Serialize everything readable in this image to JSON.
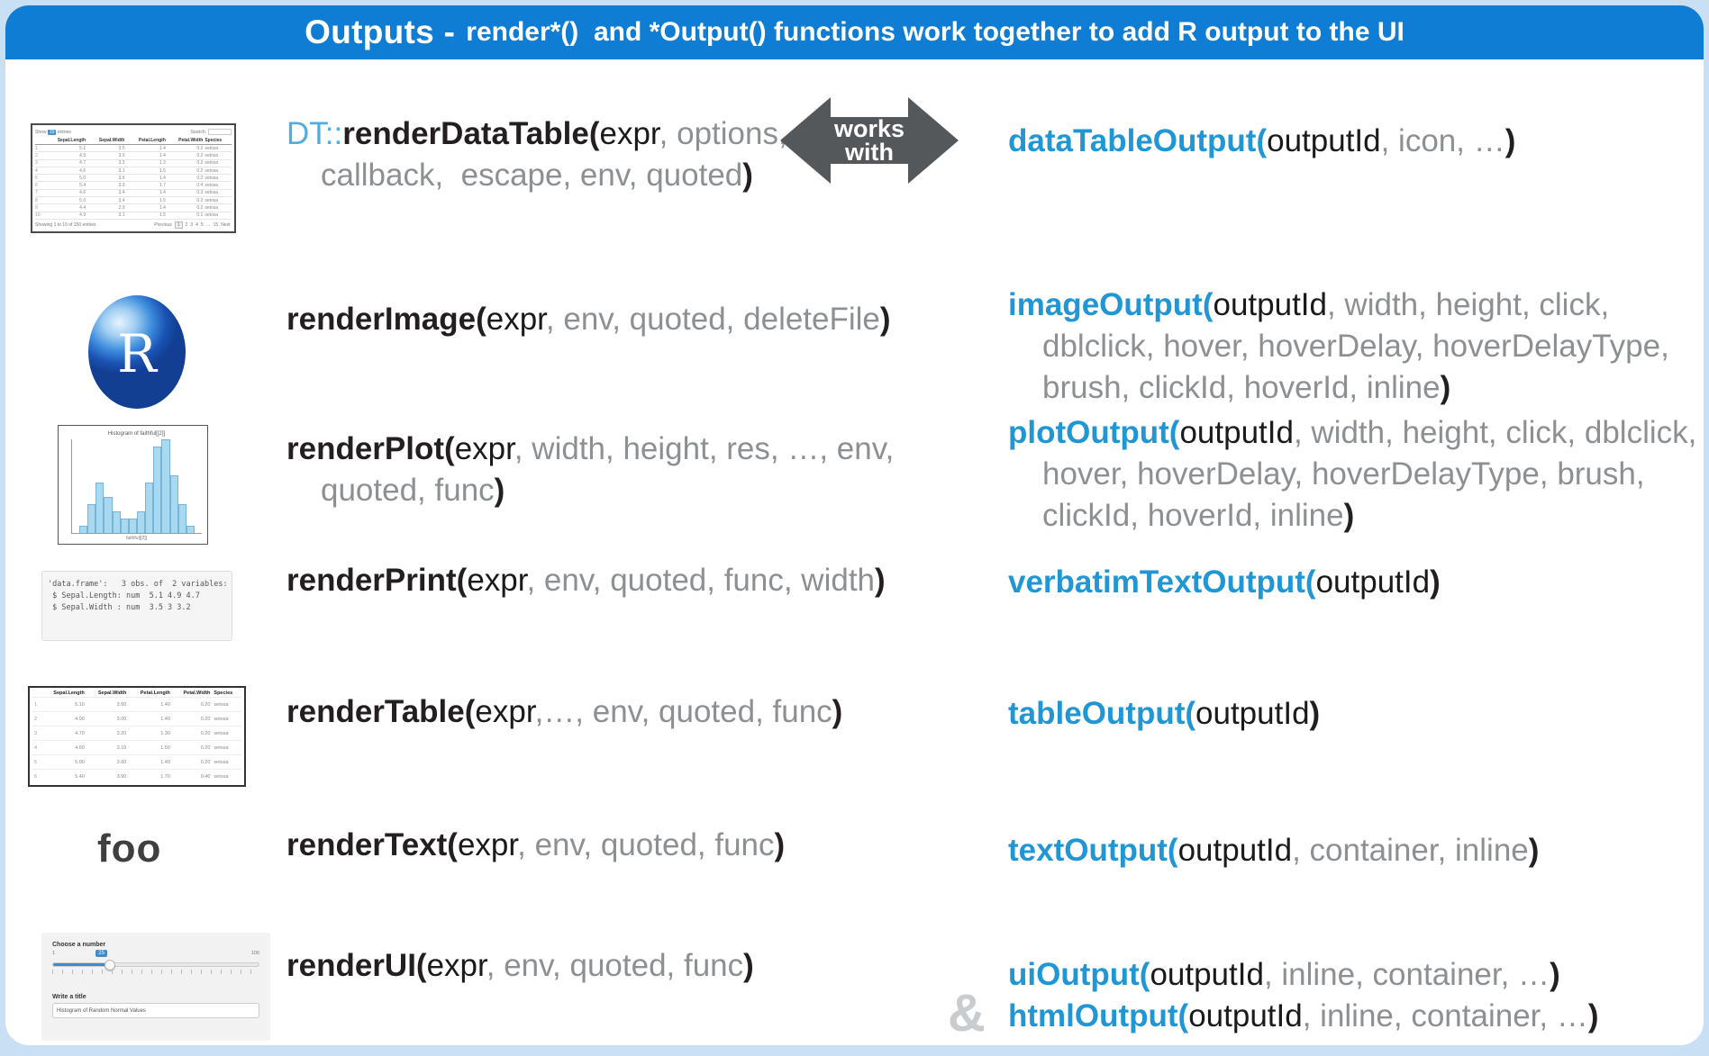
{
  "header": {
    "title_bold": "Outputs -",
    "title_rest": "render*()  and *Output() functions work together to add R output to the UI",
    "bar_color": "#0f7dd3"
  },
  "arrow": {
    "line1": "works",
    "line2": "with",
    "color": "#55585a"
  },
  "ampersand": "&",
  "colors": {
    "function_blue": "#2196d4",
    "namespace_blue": "#53ace0",
    "args_gray": "#8d9093",
    "text_black": "#231f20",
    "page_background": "#c9dff3"
  },
  "rows": [
    {
      "render": {
        "ns": "DT::",
        "fn": "renderDataTable(",
        "arg1": "expr",
        "args": ", options, callback,  escape, env, quoted",
        "close": ")"
      },
      "output": {
        "fn": "dataTableOutput(",
        "arg1": "outputId",
        "args": ", icon, …",
        "close": ")"
      }
    },
    {
      "render": {
        "ns": "",
        "fn": "renderImage(",
        "arg1": "expr",
        "args": ", env, quoted, deleteFile",
        "close": ")"
      },
      "output": {
        "fn": "imageOutput(",
        "arg1": "outputId",
        "args": ", width, height, click, dblclick, hover, hoverDelay, hoverDelayType, brush, clickId, hoverId, inline",
        "close": ")"
      }
    },
    {
      "render": {
        "ns": "",
        "fn": "renderPlot(",
        "arg1": "expr",
        "args": ", width, height, res, …, env, quoted, func",
        "close": ")"
      },
      "output": {
        "fn": "plotOutput(",
        "arg1": "outputId",
        "args": ", width, height, click, dblclick, hover, hoverDelay, hoverDelayType, brush, clickId, hoverId, inline",
        "close": ")"
      }
    },
    {
      "render": {
        "ns": "",
        "fn": "renderPrint(",
        "arg1": "expr",
        "args": ", env, quoted, func, width",
        "close": ")"
      },
      "output": {
        "fn": "verbatimTextOutput(",
        "arg1": "outputId",
        "args": "",
        "close": ")"
      }
    },
    {
      "render": {
        "ns": "",
        "fn": "renderTable(",
        "arg1": "expr",
        "args": ",…, env, quoted, func",
        "close": ")"
      },
      "output": {
        "fn": "tableOutput(",
        "arg1": "outputId",
        "args": "",
        "close": ")"
      }
    },
    {
      "render": {
        "ns": "",
        "fn": "renderText(",
        "arg1": "expr",
        "args": ", env, quoted, func",
        "close": ")"
      },
      "output": {
        "fn": "textOutput(",
        "arg1": "outputId",
        "args": ", container, inline",
        "close": ")"
      }
    },
    {
      "render": {
        "ns": "",
        "fn": "renderUI(",
        "arg1": "expr",
        "args": ", env, quoted, func",
        "close": ")"
      },
      "output": {
        "fn": "uiOutput(",
        "arg1": "outputId",
        "args": ", inline, container, …",
        "close": ")"
      },
      "output2": {
        "fn": "htmlOutput(",
        "arg1": "outputId",
        "args": ", inline, container, …",
        "close": ")"
      }
    }
  ],
  "thumbnails": {
    "datatable": {
      "show_label": "Show",
      "show_value": "10",
      "entries_label": "entries",
      "search_label": "Search:",
      "headers": [
        "",
        "Sepal.Length",
        "Sepal.Width",
        "Petal.Length",
        "Petal.Width",
        "Species"
      ],
      "rows": [
        [
          "1",
          "5.1",
          "3.5",
          "1.4",
          "0.2",
          "setosa"
        ],
        [
          "2",
          "4.9",
          "3.0",
          "1.4",
          "0.2",
          "setosa"
        ],
        [
          "3",
          "4.7",
          "3.2",
          "1.3",
          "0.2",
          "setosa"
        ],
        [
          "4",
          "4.6",
          "3.1",
          "1.5",
          "0.2",
          "setosa"
        ],
        [
          "5",
          "5.0",
          "3.6",
          "1.4",
          "0.2",
          "setosa"
        ],
        [
          "6",
          "5.4",
          "3.9",
          "1.7",
          "0.4",
          "setosa"
        ],
        [
          "7",
          "4.6",
          "3.4",
          "1.4",
          "0.3",
          "setosa"
        ],
        [
          "8",
          "5.0",
          "3.4",
          "1.5",
          "0.2",
          "setosa"
        ],
        [
          "9",
          "4.4",
          "2.9",
          "1.4",
          "0.2",
          "setosa"
        ],
        [
          "10",
          "4.9",
          "3.1",
          "1.5",
          "0.1",
          "setosa"
        ]
      ],
      "footer": "Showing 1 to 10 of 150 entries",
      "pagination": [
        "Previous",
        "1",
        "2",
        "3",
        "4",
        "5",
        "…",
        "15",
        "Next"
      ]
    },
    "r_logo": {
      "letter": "R"
    },
    "histogram": {
      "type": "bar",
      "title": "Histogram of faithful[[2]]",
      "xlabel": "faithful[[2]]",
      "bars": [
        1,
        4,
        7,
        5,
        3,
        2,
        2,
        3,
        7,
        12,
        13,
        8,
        4,
        1
      ],
      "bar_color": "#a9d9f0"
    },
    "console": {
      "lines": [
        "'data.frame':   3 obs. of  2 variables:",
        " $ Sepal.Length: num  5.1 4.9 4.7",
        " $ Sepal.Width : num  3.5 3 3.2"
      ]
    },
    "iris_table": {
      "headers": [
        "",
        "Sepal.Length",
        "Sepal.Width",
        "Petal.Length",
        "Petal.Width",
        "Species"
      ],
      "rows": [
        [
          "1",
          "5.10",
          "3.50",
          "1.40",
          "0.20",
          "setosa"
        ],
        [
          "2",
          "4.90",
          "3.00",
          "1.40",
          "0.20",
          "setosa"
        ],
        [
          "3",
          "4.70",
          "3.20",
          "1.30",
          "0.20",
          "setosa"
        ],
        [
          "4",
          "4.60",
          "3.10",
          "1.50",
          "0.20",
          "setosa"
        ],
        [
          "5",
          "5.00",
          "3.60",
          "1.40",
          "0.20",
          "setosa"
        ],
        [
          "6",
          "5.40",
          "3.90",
          "1.70",
          "0.40",
          "setosa"
        ]
      ]
    },
    "foo": "foo",
    "ui_panel": {
      "slider_label": "Choose a number",
      "min": "1",
      "max": "100",
      "value": "25",
      "title_label": "Write a title",
      "input_value": "Histogram of Random Normal Values"
    }
  }
}
